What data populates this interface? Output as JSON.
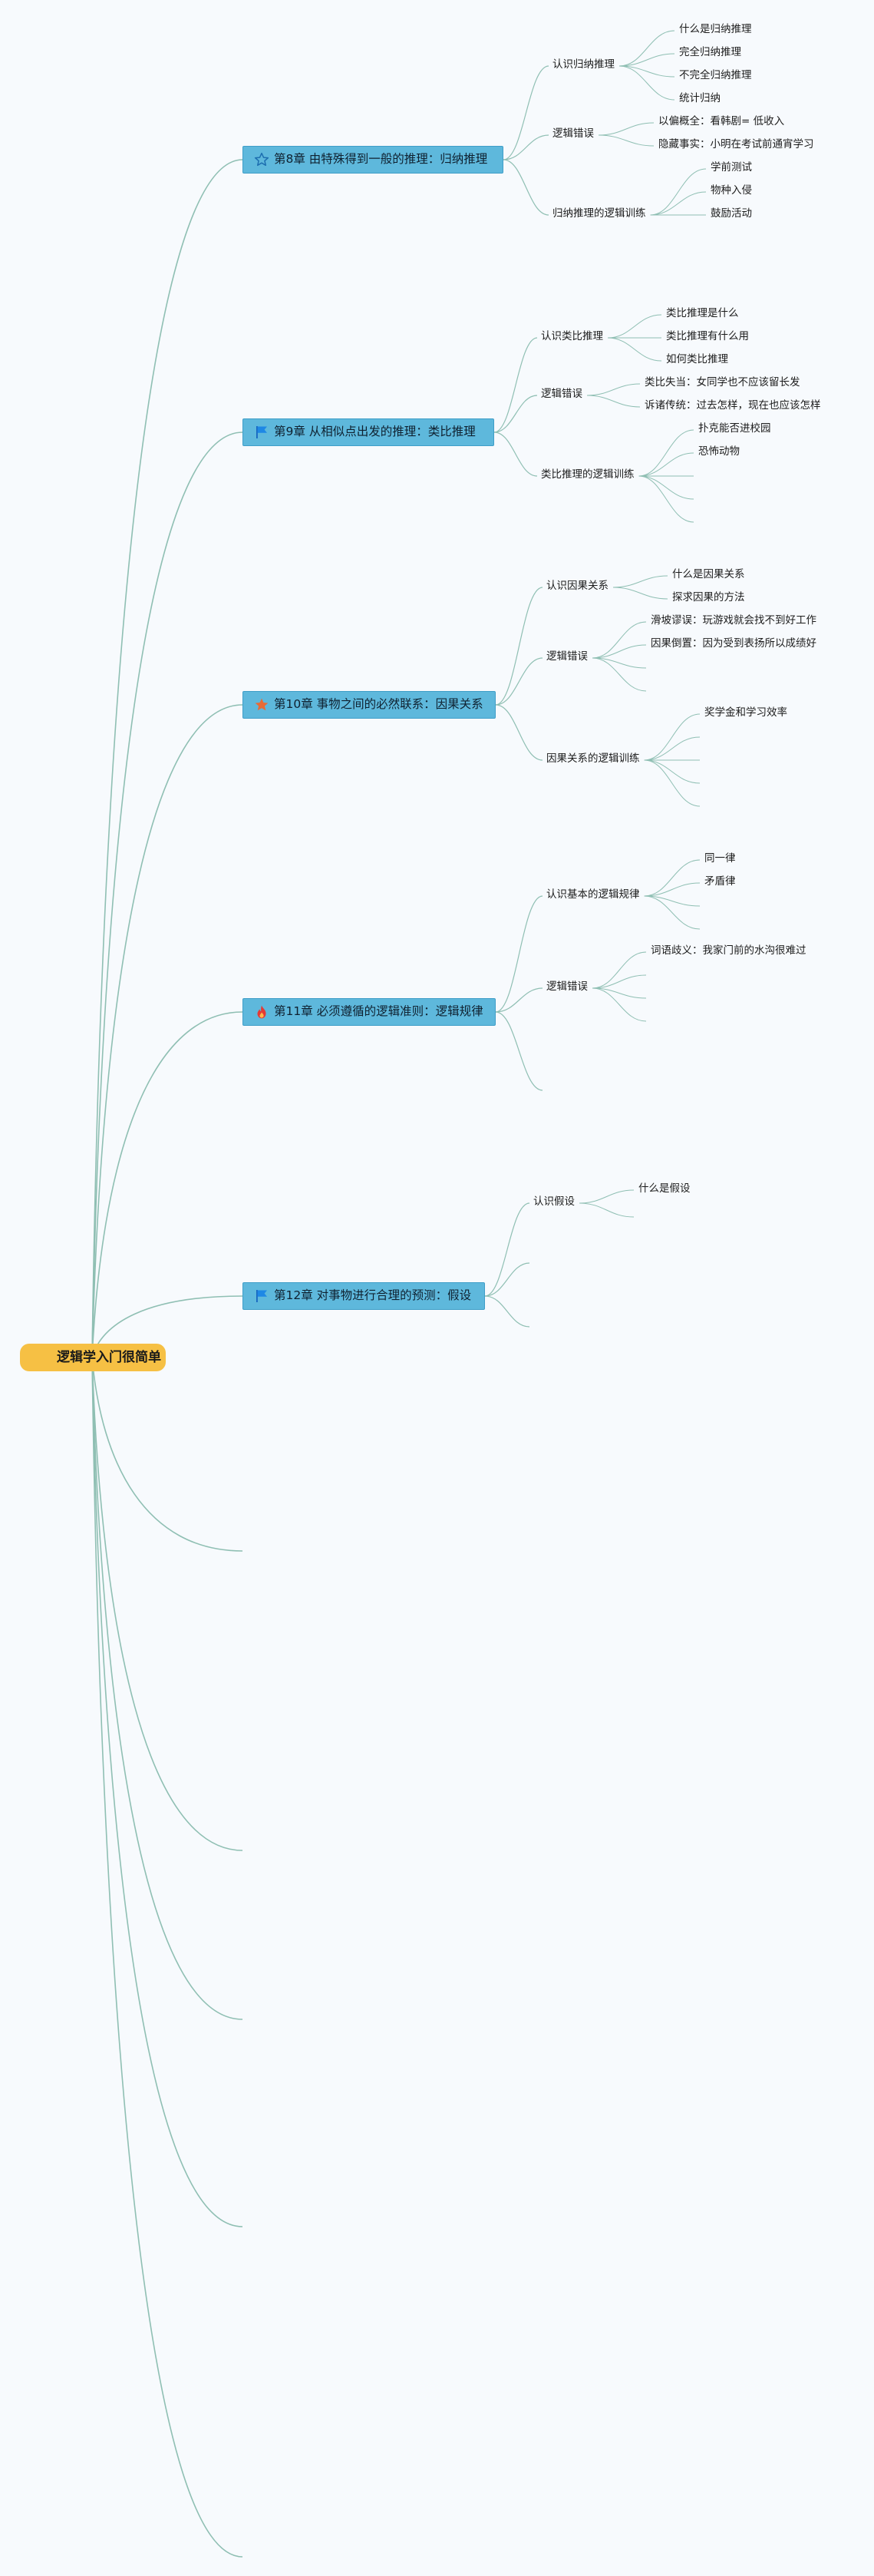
{
  "root": {
    "label": "逻辑学入门很简单"
  },
  "colors": {
    "link": "#8fbfb3",
    "root_fill": "#f6c044",
    "chapter_fill": "#5eb8dc"
  },
  "chapters": [
    {
      "label": "第8章 由特殊得到一般的推理：归纳推理",
      "icon": "star-outline-icon",
      "topics": [
        {
          "label": "认识归纳推理",
          "leaves": [
            "什么是归纳推理",
            "完全归纳推理",
            "不完全归纳推理",
            "统计归纳"
          ]
        },
        {
          "label": "逻辑错误",
          "leaves": [
            "以偏概全：看韩剧= 低收入",
            "隐藏事实：小明在考试前通宵学习"
          ]
        },
        {
          "label": "归纳推理的逻辑训练",
          "leaves": [
            "学前测试",
            "物种入侵",
            "鼓励活动"
          ]
        }
      ]
    },
    {
      "label": "第9章 从相似点出发的推理：类比推理",
      "icon": "flag-icon",
      "topics": [
        {
          "label": "认识类比推理",
          "leaves": [
            "类比推理是什么",
            "类比推理有什么用",
            "如何类比推理"
          ]
        },
        {
          "label": "逻辑错误",
          "leaves": [
            "类比失当：女同学也不应该留长发",
            "诉诸传统：过去怎样，现在也应该怎样"
          ]
        },
        {
          "label": "类比推理的逻辑训练",
          "leaves": [
            "扑克能否进校园",
            "恐怖动物",
            "",
            "",
            ""
          ]
        }
      ]
    },
    {
      "label": "第10章 事物之间的必然联系：因果关系",
      "icon": "star-filled-icon",
      "topics": [
        {
          "label": "认识因果关系",
          "leaves": [
            "什么是因果关系",
            "探求因果的方法"
          ]
        },
        {
          "label": "逻辑错误",
          "leaves": [
            "滑坡谬误：玩游戏就会找不到好工作",
            "因果倒置：因为受到表扬所以成绩好",
            "",
            ""
          ]
        },
        {
          "label": "因果关系的逻辑训练",
          "leaves": [
            "奖学金和学习效率",
            "",
            "",
            "",
            ""
          ]
        }
      ]
    },
    {
      "label": "第11章 必须遵循的逻辑准则：逻辑规律",
      "icon": "fire-icon",
      "topics": [
        {
          "label": "认识基本的逻辑规律",
          "leaves": [
            "同一律",
            "矛盾律",
            "",
            ""
          ]
        },
        {
          "label": "逻辑错误",
          "leaves": [
            "词语歧义：我家门前的水沟很难过",
            "",
            "",
            ""
          ]
        },
        {
          "label": "",
          "leaves": []
        }
      ]
    },
    {
      "label": "第12章 对事物进行合理的预测：假设",
      "icon": "flag-icon",
      "topics": [
        {
          "label": "认识假设",
          "leaves": [
            "什么是假设",
            ""
          ]
        },
        {
          "label": "",
          "leaves": []
        },
        {
          "label": "",
          "leaves": []
        }
      ]
    },
    {
      "label": "",
      "icon": "",
      "topics": []
    },
    {
      "label": "",
      "icon": "",
      "topics": []
    },
    {
      "label": "",
      "icon": "",
      "topics": []
    },
    {
      "label": "",
      "icon": "",
      "topics": []
    },
    {
      "label": "",
      "icon": "",
      "topics": []
    }
  ]
}
